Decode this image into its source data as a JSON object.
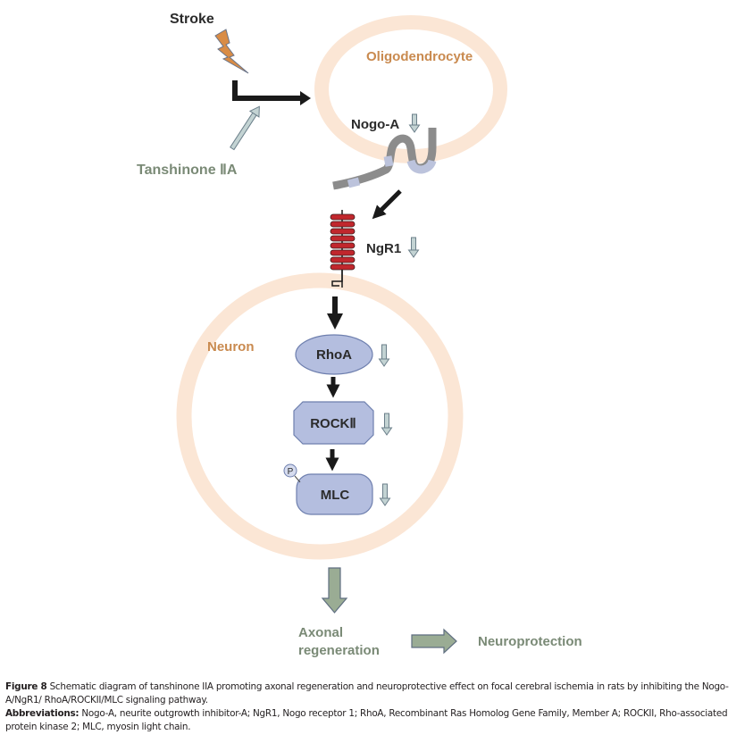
{
  "colors": {
    "cell_ring": "#fbe6d5",
    "cell_label": "#c98a4f",
    "drug_label": "#7a8a76",
    "outcome": "#9aac94",
    "outcome_stroke": "#5f6e80",
    "node_fill": "#b4bedf",
    "node_stroke": "#6e7fae",
    "arrow_black": "#1a1a1a",
    "down_arrow_fill": "#c3d3d3",
    "down_arrow_stroke": "#6b7f8a",
    "lightning": "#d98c45",
    "receptor": "#c1272d",
    "nogo_dark": "#8c8c8c",
    "nogo_light": "#bcc3dc",
    "text_dark": "#2b2b2b"
  },
  "labels": {
    "stroke": "Stroke",
    "tanshinone": "Tanshinone ⅡA",
    "oligodendrocyte": "Oligodendrocyte",
    "nogo_a": "Nogo-A",
    "ngr1": "NgR1",
    "neuron": "Neuron",
    "phospho": "P",
    "axonal_line1": "Axonal",
    "axonal_line2": "regeneration",
    "neuroprotection": "Neuroprotection"
  },
  "nodes": [
    {
      "id": "rhoa",
      "label": "RhoA",
      "shape": "ellipse",
      "regulation": "down"
    },
    {
      "id": "rock2",
      "label": "ROCKⅡ",
      "shape": "octagon",
      "regulation": "down"
    },
    {
      "id": "mlc",
      "label": "MLC",
      "shape": "rounded-rect",
      "regulation": "down",
      "phosphorylated": true
    }
  ],
  "caption": {
    "figure_label": "Figure 8",
    "figure_text": " Schematic diagram of tanshinone IIA promoting axonal regeneration and neuroprotective effect on focal cerebral ischemia in rats by inhibiting the Nogo-A/NgR1/ RhoA/ROCKII/MLC signaling pathway.",
    "abbr_label": "Abbreviations:",
    "abbr_text": " Nogo-A, neurite outgrowth inhibitor-A; NgR1, Nogo receptor 1; RhoA, Recombinant Ras Homolog Gene Family, Member A; ROCKII, Rho-associated protein kinase 2; MLC, myosin light chain."
  }
}
